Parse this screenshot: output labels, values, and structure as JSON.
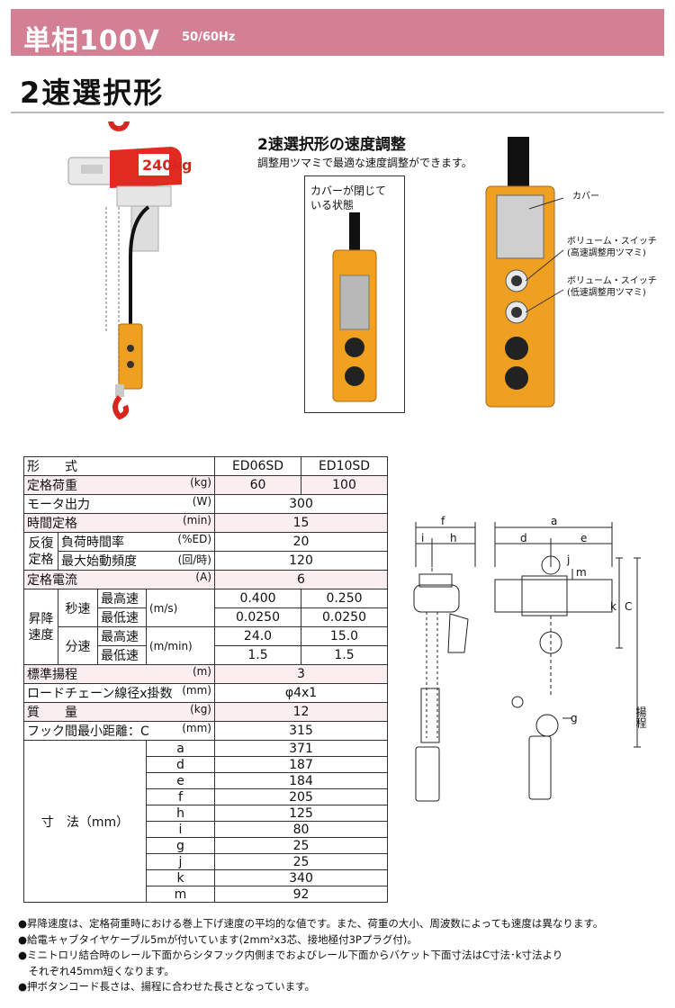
{
  "banner": {
    "title": "単相100V",
    "frequency": "50/60Hz"
  },
  "page_title": "2速選択形",
  "speed_section": {
    "heading": "2速選択形の速度調整",
    "description": "調整用ツマミで最適な速度調整ができます。",
    "cover_caption_1": "カバーが閉じて",
    "cover_caption_2": "いる状態",
    "callout_cover": "カバー",
    "callout_high_1": "ボリューム・スイッチ",
    "callout_high_2": "(高速調整用ツマミ)",
    "callout_low_1": "ボリューム・スイッチ",
    "callout_low_2": "(低速調整用ツマミ)"
  },
  "hoist_label": "240kg",
  "table": {
    "header_label": "形　　式",
    "models": [
      "ED06SD",
      "ED10SD"
    ],
    "rated_load": {
      "label": "定格荷重",
      "unit": "(kg)",
      "values": [
        "60",
        "100"
      ]
    },
    "motor_output": {
      "label": "モータ出力",
      "unit": "(W)",
      "value": "300"
    },
    "time_rating": {
      "label": "時間定格",
      "unit": "(min)",
      "value": "15"
    },
    "repeat_group": "反復定格",
    "repeat_group_1": "反復",
    "repeat_group_2": "定格",
    "duty_ratio": {
      "label": "負荷時間率",
      "unit": "(%ED)",
      "value": "20"
    },
    "max_starts": {
      "label": "最大始動頻度",
      "unit": "(回/時)",
      "value": "120"
    },
    "rated_current": {
      "label": "定格電流",
      "unit": "(A)",
      "value": "6"
    },
    "lift_speed_group_1": "昇降",
    "lift_speed_group_2": "速度",
    "sec_speed": "秒速",
    "min_speed": "分速",
    "max_label": "最高速",
    "min_label": "最低速",
    "unit_ms": "(m/s)",
    "unit_mmin": "(m/min)",
    "sec_max": [
      "0.400",
      "0.250"
    ],
    "sec_min": [
      "0.0250",
      "0.0250"
    ],
    "min_max": [
      "24.0",
      "15.0"
    ],
    "min_min": [
      "1.5",
      "1.5"
    ],
    "standard_lift": {
      "label": "標準揚程",
      "unit": "(m)",
      "value": "3"
    },
    "chain": {
      "label": "ロードチェーン線径x掛数",
      "unit": "(mm)",
      "value": "φ4x1"
    },
    "mass": {
      "label": "質　　量",
      "unit": "(kg)",
      "value": "12"
    },
    "hook_distance": {
      "label": "フック間最小距離：C",
      "unit": "(mm)",
      "value": "315"
    },
    "dimensions_label": "寸　法（mm）",
    "dimensions": [
      {
        "key": "a",
        "value": "371"
      },
      {
        "key": "d",
        "value": "187"
      },
      {
        "key": "e",
        "value": "184"
      },
      {
        "key": "f",
        "value": "205"
      },
      {
        "key": "h",
        "value": "125"
      },
      {
        "key": "i",
        "value": "80"
      },
      {
        "key": "g",
        "value": "25"
      },
      {
        "key": "j",
        "value": "25"
      },
      {
        "key": "k",
        "value": "340"
      },
      {
        "key": "m",
        "value": "92"
      }
    ]
  },
  "drawing_labels": {
    "f": "f",
    "i": "i",
    "h": "h",
    "a": "a",
    "d": "d",
    "e": "e",
    "j": "j",
    "m": "m",
    "k": "k",
    "C": "C",
    "g": "g",
    "lift": "揚程"
  },
  "notes": [
    "●昇降速度は、定格荷重時における巻上下げ速度の平均的な値です。また、荷重の大小、周波数によっても速度は異なります。",
    "●給電キャブタイヤケーブル5mが付いています(2mm²x3芯、接地極付3Pプラグ付)。",
    "●ミニトロリ結合時のレール下面からシタフック内側までおよびレール下面からバケット下面寸法はC寸法･k寸法より",
    "　それぞれ45mm短くなります。",
    "●押ボタンコード長さは、揚程に合わせた長さとなっています。"
  ]
}
